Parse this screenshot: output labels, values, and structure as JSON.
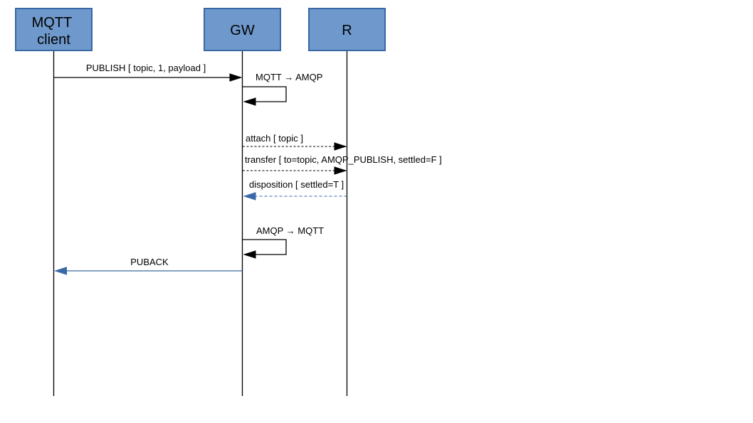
{
  "participants": [
    {
      "name": "MQTT client",
      "lines": [
        "MQTT",
        "client"
      ]
    },
    {
      "name": "GW",
      "lines": [
        "GW"
      ]
    },
    {
      "name": "R",
      "lines": [
        "R"
      ]
    }
  ],
  "messages": [
    {
      "from": "MQTT client",
      "to": "GW",
      "label": "PUBLISH [ topic, 1, payload ]",
      "line_style": "solid",
      "color": "black"
    },
    {
      "from": "GW",
      "to": "GW",
      "kind": "self",
      "label": "MQTT → AMQP",
      "line_style": "solid",
      "color": "black"
    },
    {
      "from": "GW",
      "to": "R",
      "label": "attach [ topic ]",
      "line_style": "dashed",
      "color": "black"
    },
    {
      "from": "GW",
      "to": "R",
      "label": "transfer [ to=topic, AMQP_PUBLISH, settled=F ]",
      "line_style": "dashed",
      "color": "black"
    },
    {
      "from": "R",
      "to": "GW",
      "label": "disposition [ settled=T ]",
      "line_style": "dashed",
      "color": "blue"
    },
    {
      "from": "GW",
      "to": "GW",
      "kind": "self",
      "label": "AMQP → MQTT",
      "line_style": "solid",
      "color": "black"
    },
    {
      "from": "GW",
      "to": "MQTT client",
      "label": "PUBACK",
      "line_style": "solid",
      "color": "blue"
    }
  ],
  "colors": {
    "participant_fill": "#6F99CC",
    "participant_border": "#3A67A5",
    "blue_message": "#3A67A5",
    "black_message": "#000000",
    "background": "#FFFFFF"
  }
}
